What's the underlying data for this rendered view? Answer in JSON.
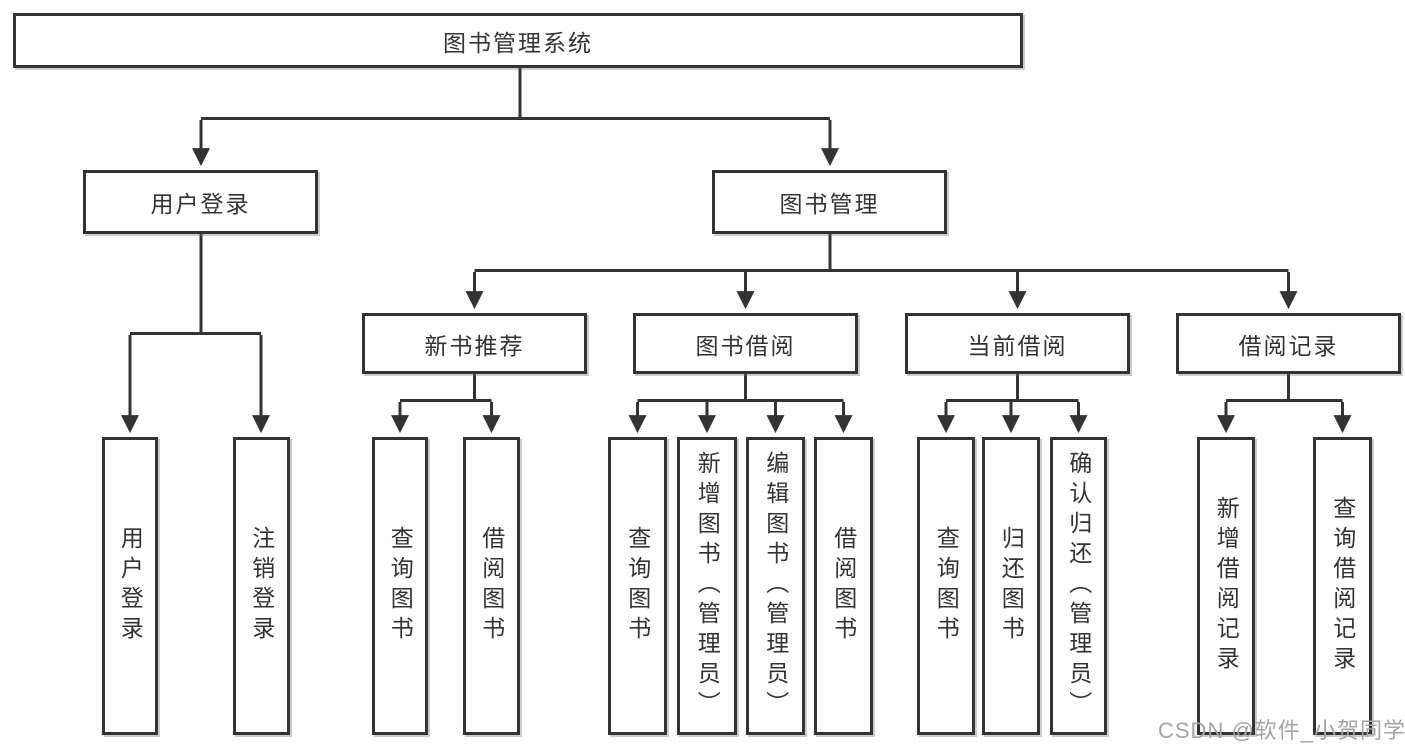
{
  "diagram": {
    "root": {
      "label": "图书管理系统"
    },
    "branches": [
      {
        "label": "用户登录",
        "children": [
          {
            "label": "用户登录"
          },
          {
            "label": "注销登录"
          }
        ]
      },
      {
        "label": "图书管理",
        "children": [
          {
            "label": "新书推荐",
            "children": [
              {
                "label": "查询图书"
              },
              {
                "label": "借阅图书"
              }
            ]
          },
          {
            "label": "图书借阅",
            "children": [
              {
                "label": "查询图书"
              },
              {
                "label": "新增图书（管理员）"
              },
              {
                "label": "编辑图书（管理员）"
              },
              {
                "label": "借阅图书"
              }
            ]
          },
          {
            "label": "当前借阅",
            "children": [
              {
                "label": "查询图书"
              },
              {
                "label": "归还图书"
              },
              {
                "label": "确认归还（管理员）"
              }
            ]
          },
          {
            "label": "借阅记录",
            "children": [
              {
                "label": "新增借阅记录"
              },
              {
                "label": "查询借阅记录"
              }
            ]
          }
        ]
      }
    ],
    "colors": {
      "line": "#333333",
      "box_border": "#333333",
      "text": "#333333",
      "watermark": "#a4a4a9",
      "background": "#ffffff"
    }
  },
  "watermark": {
    "text": "CSDN @软件_小贺同学"
  }
}
